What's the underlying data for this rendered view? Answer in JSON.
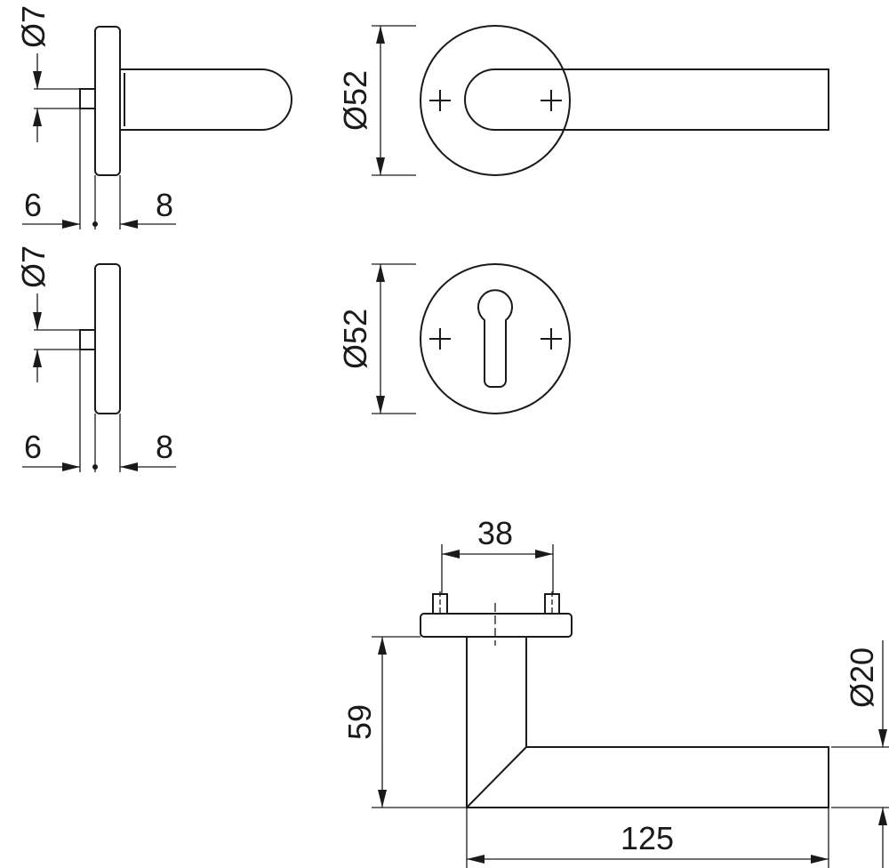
{
  "dimensions": {
    "side_top": {
      "spindle_dia": "Ø7",
      "left": "6",
      "right": "8"
    },
    "side_bottom": {
      "spindle_dia": "Ø7",
      "left": "6",
      "right": "8"
    },
    "front_top": {
      "rose_dia": "Ø52"
    },
    "front_bottom": {
      "rose_dia": "Ø52"
    },
    "lever": {
      "screw_spacing": "38",
      "height": "59",
      "length": "125",
      "grip_dia": "Ø20"
    }
  }
}
